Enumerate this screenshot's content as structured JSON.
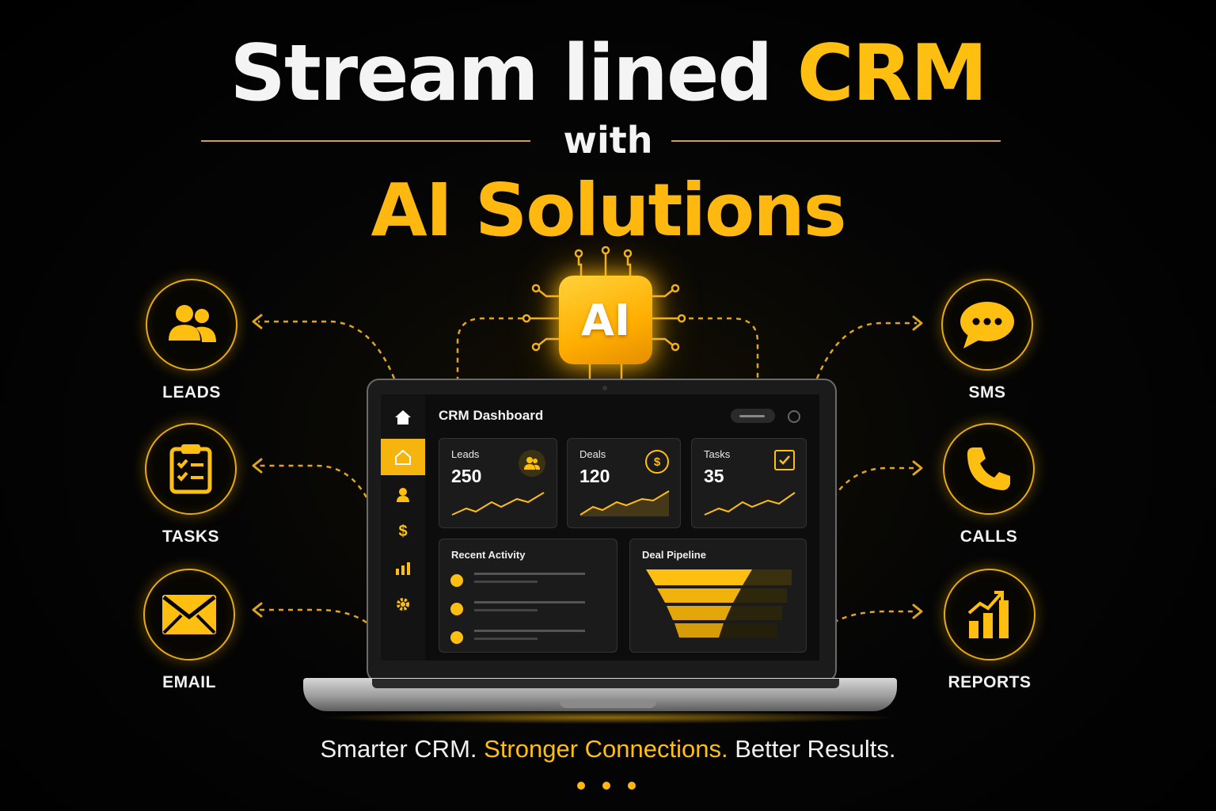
{
  "headline": {
    "line1_white": "Stream lined",
    "line1_gold": "CRM",
    "connector": "with",
    "line2": "AI Solutions"
  },
  "chip_label": "AI",
  "features_left": [
    {
      "label": "LEADS",
      "icon": "users-icon"
    },
    {
      "label": "TASKS",
      "icon": "clipboard-checklist-icon"
    },
    {
      "label": "EMAIL",
      "icon": "envelope-icon"
    }
  ],
  "features_right": [
    {
      "label": "SMS",
      "icon": "chat-bubble-icon"
    },
    {
      "label": "CALLS",
      "icon": "phone-icon"
    },
    {
      "label": "REPORTS",
      "icon": "bar-chart-icon"
    }
  ],
  "dashboard": {
    "title": "CRM Dashboard",
    "sidebar": [
      "home-icon",
      "home-outline-icon",
      "user-icon",
      "dollar-icon",
      "chart-icon",
      "gear-icon"
    ],
    "stats": [
      {
        "label": "Leads",
        "value": "250",
        "icon": "users-icon"
      },
      {
        "label": "Deals",
        "value": "120",
        "icon": "dollar-coin-icon"
      },
      {
        "label": "Tasks",
        "value": "35",
        "icon": "checkbox-icon"
      }
    ],
    "recent_activity": {
      "title": "Recent Activity"
    },
    "deal_pipeline": {
      "title": "Deal Pipeline"
    }
  },
  "tagline": {
    "part1": "Smarter CRM.",
    "part2": "Stronger Connections.",
    "part3": "Better Results."
  },
  "colors": {
    "accent": "#ffb80f",
    "background": "#000000"
  }
}
